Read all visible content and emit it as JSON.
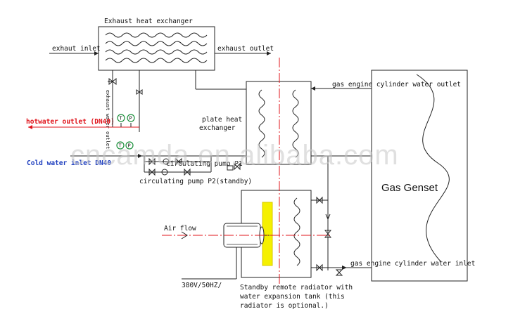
{
  "labels": {
    "exhaust_heat_exchanger": "Exhaust heat exchanger",
    "exhaust_inlet": "exhaut inlet",
    "exhaust_outlet": "exhaust outlet",
    "hotwater_outlet": "hotwater outlet (DN40)",
    "cold_water_inlet": "Cold water inlet DN40",
    "plate_heat_exchanger_1": "plate heat",
    "plate_heat_exchanger_2": "exchanger",
    "cylinder_water_outlet": "gas engine cylinder water outlet",
    "cylinder_water_inlet": "gas engine cylinder water inlet",
    "circulating_pump_p1": "circulating pump P1",
    "circulating_pump_p2": "circulating pump P2(standby)",
    "gas_genset": "Gas Genset",
    "air_flow": "Air flow",
    "voltage": "380V/50HZ/",
    "radiator_line1": "Standby remote radiator with",
    "radiator_line2": "water expansion tank (this",
    "radiator_line3": "radiator is optional.)",
    "exhaust_water_outlet_vertical": "exhaust water outlet",
    "gauge_t": "T",
    "gauge_p": "P"
  },
  "watermark": "cncamda.en.alibaba.com",
  "colors": {
    "line": "#222222",
    "red": "#e0141b",
    "blue": "#1f3fbf",
    "green": "#1a8f3a",
    "fan_yellow": "#f5f000",
    "watermark": "#c8c8c8"
  }
}
